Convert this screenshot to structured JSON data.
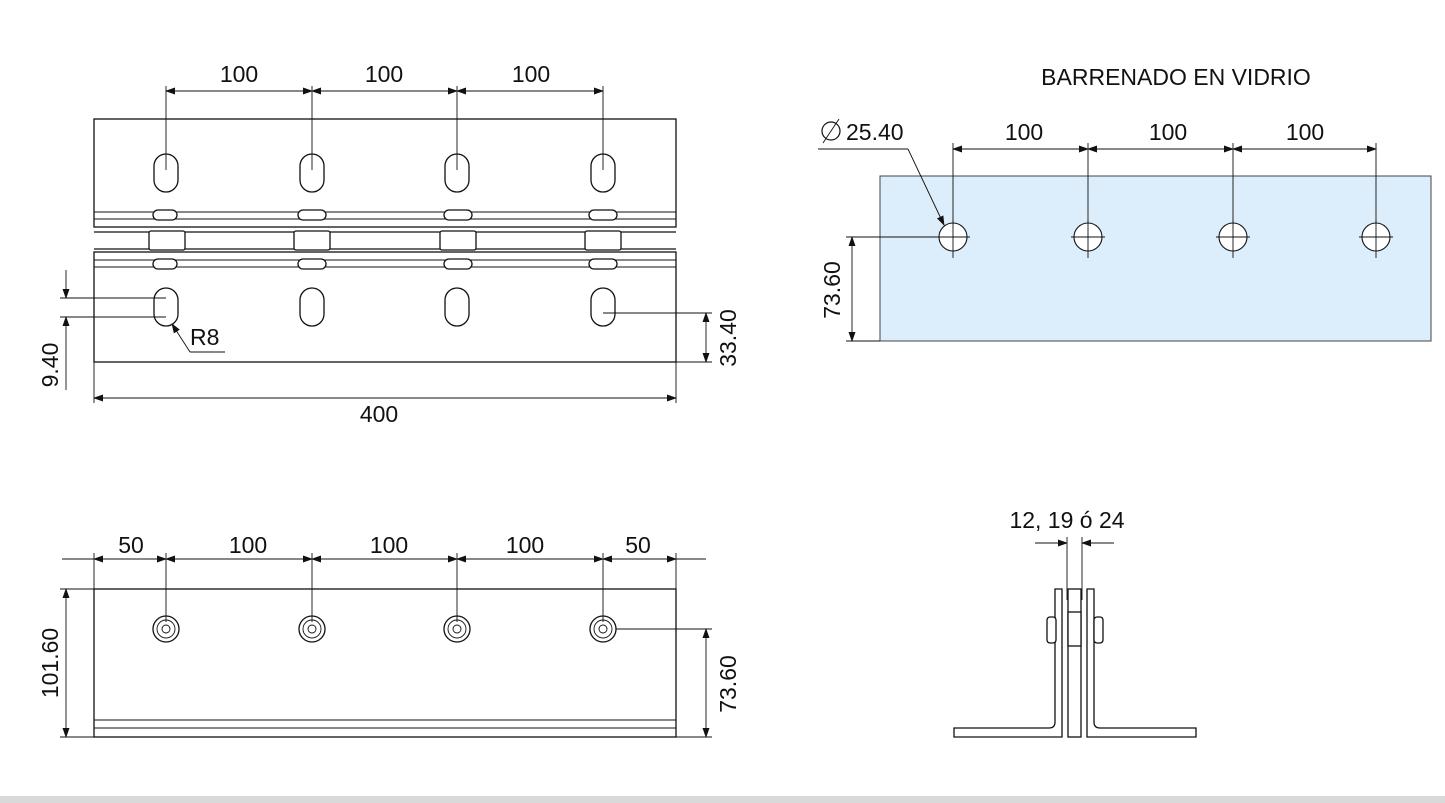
{
  "top_view": {
    "dim_spacing": [
      "100",
      "100",
      "100"
    ],
    "dim_width": "400",
    "dim_left_offset": "9.40",
    "dim_right_offset": "33.40",
    "radius_label": "R8"
  },
  "glass_view": {
    "title": "BARRENADO EN VIDRIO",
    "hole_diameter": "25.40",
    "dim_spacing": [
      "100",
      "100",
      "100"
    ],
    "dim_height": "73.60",
    "glass_color": "#dceefc"
  },
  "front_view": {
    "dim_spacing": [
      "50",
      "100",
      "100",
      "100",
      "50"
    ],
    "dim_height": "101.60",
    "dim_hole_height": "73.60"
  },
  "side_view": {
    "thickness_label": "12, 19 ó 24"
  }
}
